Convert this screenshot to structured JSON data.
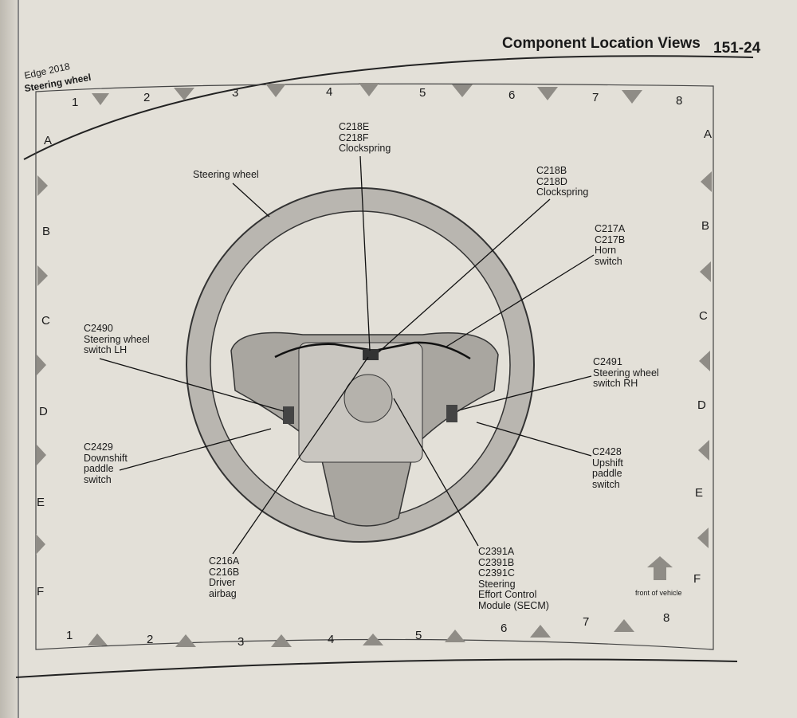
{
  "header": {
    "title": "Component Location Views",
    "page_number": "151-24",
    "model": "Edge 2018",
    "section": "Steering wheel"
  },
  "grid": {
    "columns": [
      "1",
      "2",
      "3",
      "4",
      "5",
      "6",
      "7",
      "8"
    ],
    "rows": [
      "A",
      "B",
      "C",
      "D",
      "E",
      "F"
    ]
  },
  "callouts": [
    {
      "lines": [
        "C218E",
        "C218F",
        "Clockspring"
      ]
    },
    {
      "lines": [
        "Steering wheel"
      ]
    },
    {
      "lines": [
        "C218B",
        "C218D",
        "Clockspring"
      ]
    },
    {
      "lines": [
        "C217A",
        "C217B",
        "Horn",
        "switch"
      ]
    },
    {
      "lines": [
        "C2490",
        "Steering wheel",
        "switch LH"
      ]
    },
    {
      "lines": [
        "C2491",
        "Steering wheel",
        "switch RH"
      ]
    },
    {
      "lines": [
        "C2429",
        "Downshift",
        "paddle",
        "switch"
      ]
    },
    {
      "lines": [
        "C2428",
        "Upshift",
        "paddle",
        "switch"
      ]
    },
    {
      "lines": [
        "C216A",
        "C216B",
        "Driver",
        "airbag"
      ]
    },
    {
      "lines": [
        "C2391A",
        "C2391B",
        "C2391C",
        "Steering",
        "Effort Control",
        "Module (SECM)"
      ]
    }
  ],
  "front_label": "front of vehicle"
}
